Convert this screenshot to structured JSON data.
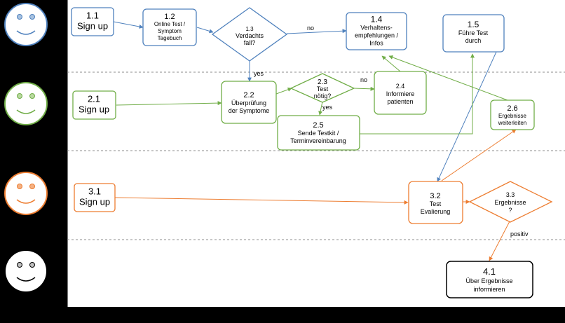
{
  "colors": {
    "blue": "#4f81bd",
    "green": "#70ad47",
    "orange": "#ed7d31",
    "black": "#000000",
    "divider": "#8c8c8c"
  },
  "lanes": [
    {
      "id": "lane-1",
      "color": "#4f81bd",
      "face": "smiley-face-blue-icon"
    },
    {
      "id": "lane-2",
      "color": "#70ad47",
      "face": "smiley-face-green-icon"
    },
    {
      "id": "lane-3",
      "color": "#ed7d31",
      "face": "smiley-face-orange-icon"
    },
    {
      "id": "lane-4",
      "color": "#000000",
      "face": "smiley-face-black-icon"
    }
  ],
  "nodes": {
    "n1_1": {
      "lines": [
        "1.1",
        "Sign up"
      ]
    },
    "n1_2": {
      "lines": [
        "1.2",
        "Online Test /",
        "Symptom",
        "Tagebuch"
      ]
    },
    "n1_3": {
      "lines": [
        "1.3",
        "Verdachts",
        "fall?"
      ]
    },
    "n1_4": {
      "lines": [
        "1.4",
        "Verhaltens-",
        "empfehlungen /",
        "Infos"
      ]
    },
    "n1_5": {
      "lines": [
        "1.5",
        "Führe Test",
        "durch"
      ]
    },
    "n2_1": {
      "lines": [
        "2.1",
        "Sign up"
      ]
    },
    "n2_2": {
      "lines": [
        "2.2",
        "Überprüfung",
        "der Symptome"
      ]
    },
    "n2_3": {
      "lines": [
        "2.3",
        "Test",
        "nötig?"
      ]
    },
    "n2_4": {
      "lines": [
        "2.4",
        "Informiere",
        "patienten"
      ]
    },
    "n2_5": {
      "lines": [
        "2.5",
        "Sende Testkit /",
        "Terminvereinbarung"
      ]
    },
    "n2_6": {
      "lines": [
        "2.6",
        "Ergebnisse",
        "weiterleiten"
      ]
    },
    "n3_1": {
      "lines": [
        "3.1",
        "Sign up"
      ]
    },
    "n3_2": {
      "lines": [
        "3.2",
        "Test",
        "Evalierung"
      ]
    },
    "n3_3": {
      "lines": [
        "3.3",
        "Ergebnisse",
        "?"
      ]
    },
    "n4_1": {
      "lines": [
        "4.1",
        "Über Ergebnisse",
        "informieren"
      ]
    }
  },
  "edge_labels": {
    "no_1": "no",
    "yes_1": "yes",
    "no_2": "no",
    "yes_2": "yes",
    "positiv": "positiv"
  }
}
